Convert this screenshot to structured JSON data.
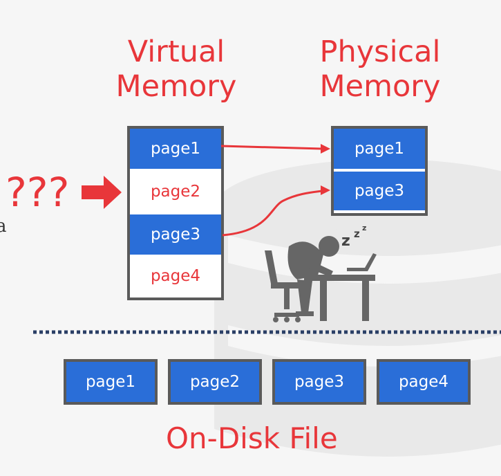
{
  "virtual_memory": {
    "title_line1": "Virtual",
    "title_line2": "Memory",
    "pages": [
      {
        "label": "page1",
        "state": "loaded"
      },
      {
        "label": "page2",
        "state": "missing"
      },
      {
        "label": "page3",
        "state": "loaded"
      },
      {
        "label": "page4",
        "state": "missing"
      }
    ]
  },
  "physical_memory": {
    "title_line1": "Physical",
    "title_line2": "Memory",
    "pages": [
      {
        "label": "page1"
      },
      {
        "label": "page3"
      }
    ]
  },
  "access_marker": "???",
  "left_edge_fragment": "a",
  "disk": {
    "pages": [
      "page1",
      "page2",
      "page3",
      "page4"
    ],
    "caption": "On-Disk File"
  },
  "sleep_text": "z",
  "colors": {
    "accent_red": "#e8363a",
    "page_blue": "#2a6ed8",
    "border_gray": "#5a5a5a",
    "figure_gray": "#666666"
  },
  "icons": [
    "database-logo-icon",
    "sleeping-worker-icon",
    "right-arrow-icon"
  ]
}
